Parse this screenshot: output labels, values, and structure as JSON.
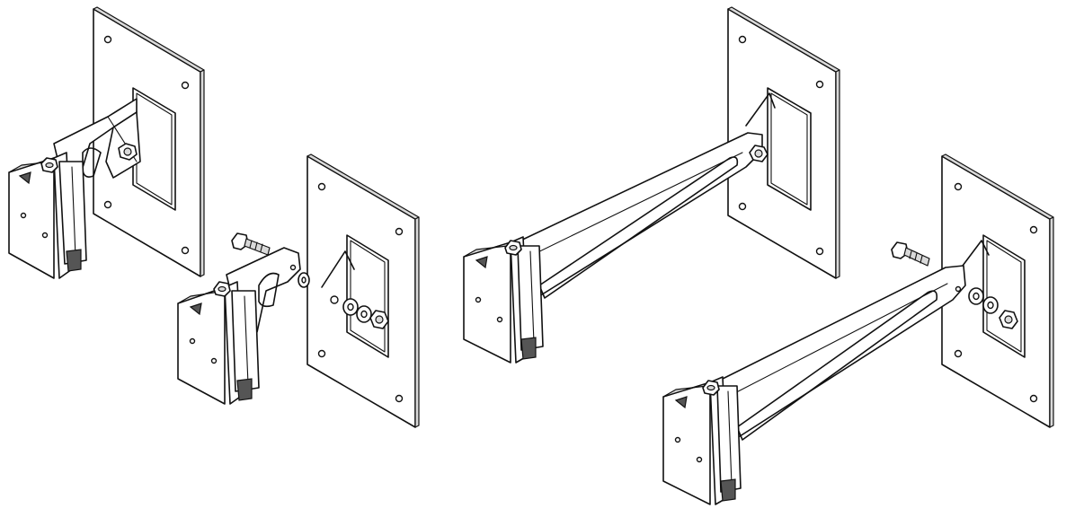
{
  "figure": {
    "background_color": "#ffffff",
    "line_color": "#111111",
    "components": [
      {
        "name": "short-bracket-assembled",
        "arm": "short",
        "state": "assembled"
      },
      {
        "name": "short-bracket-exploded",
        "arm": "short",
        "state": "exploded"
      },
      {
        "name": "long-bracket-assembled",
        "arm": "long",
        "state": "assembled"
      },
      {
        "name": "long-bracket-exploded",
        "arm": "long",
        "state": "exploded"
      }
    ],
    "hardware_icons": [
      "bolt-icon",
      "washer-icon",
      "lock-washer-icon",
      "hex-nut-icon"
    ]
  }
}
